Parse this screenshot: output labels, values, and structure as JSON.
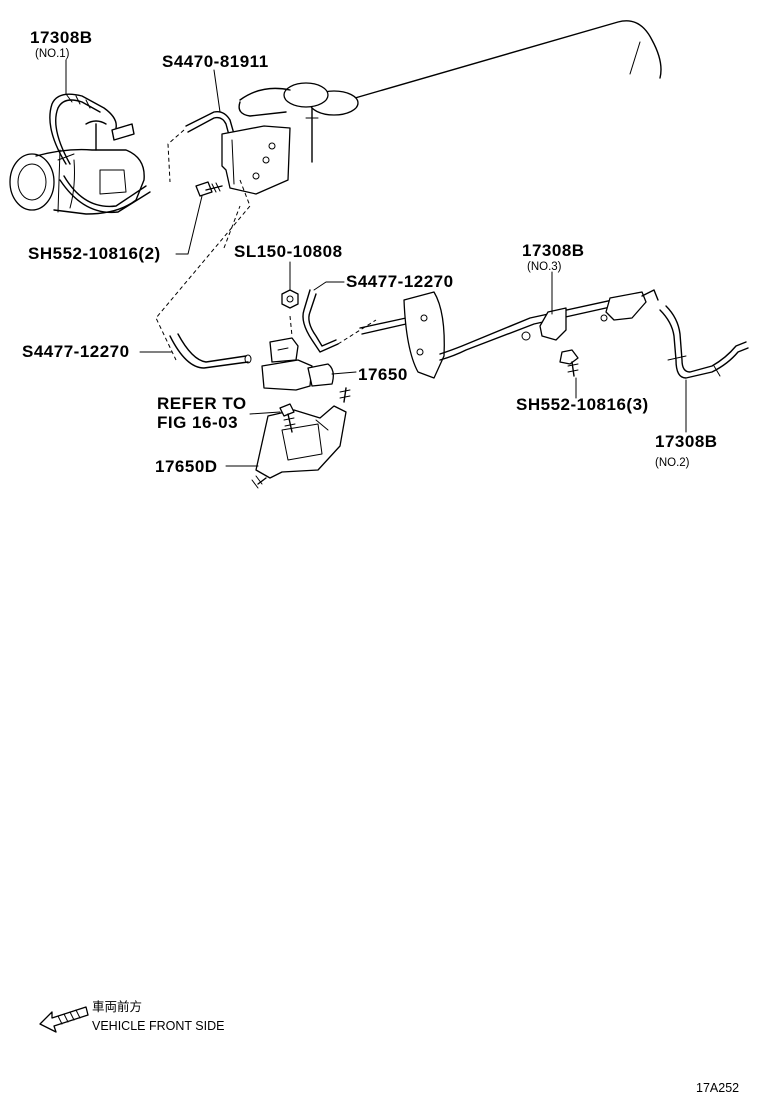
{
  "callouts": {
    "hose_no1": {
      "part": "17308B",
      "sub": "(NO.1)"
    },
    "hose_s44470": {
      "part": "S4470-81911"
    },
    "bolt_sh552_2": {
      "part": "SH552-10816(2)"
    },
    "nut_sl150": {
      "part": "SL150-10808"
    },
    "hose_s44477_upper": {
      "part": "S4477-12270"
    },
    "hose_s44477_left": {
      "part": "S4477-12270"
    },
    "valve_17650": {
      "part": "17650"
    },
    "refer": {
      "line1": "REFER TO",
      "line2": "FIG 16-03"
    },
    "bracket_17650d": {
      "part": "17650D"
    },
    "hose_no3": {
      "part": "17308B",
      "sub": "(NO.3)"
    },
    "bolt_sh552_3": {
      "part": "SH552-10816(3)"
    },
    "hose_no2": {
      "part": "17308B",
      "sub": "(NO.2)"
    }
  },
  "legend": {
    "japanese": "車両前方",
    "english": "VEHICLE FRONT SIDE",
    "arrow_icon": "front-direction-arrow-icon"
  },
  "figure_code": "17A252"
}
